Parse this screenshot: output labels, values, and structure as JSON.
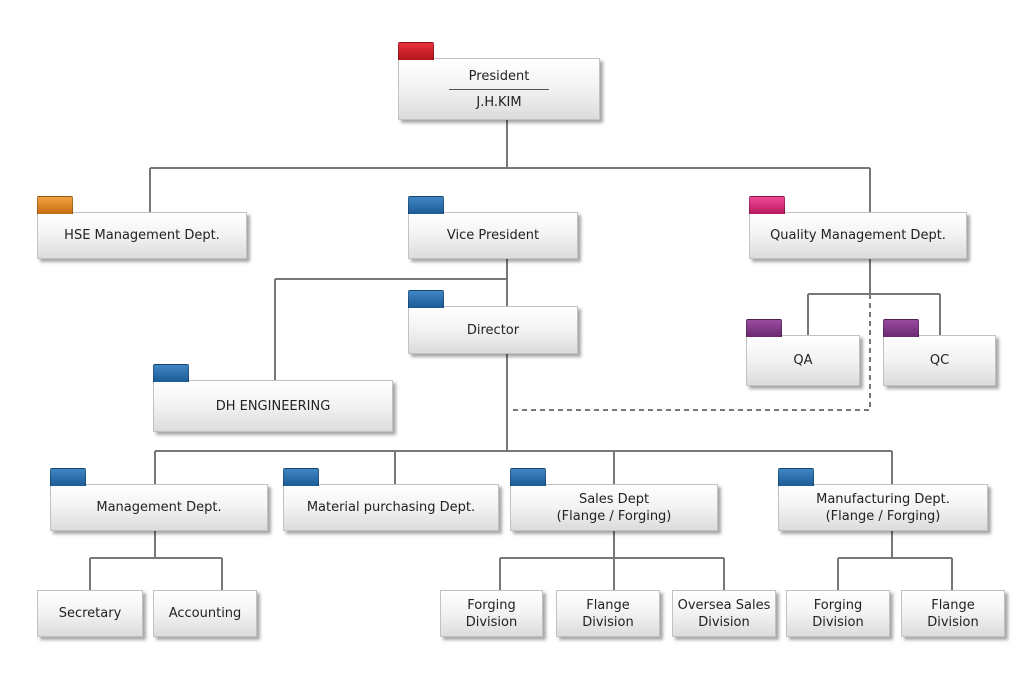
{
  "colors": {
    "tab_red": "#c41e25",
    "tab_orange": "#dc8423",
    "tab_blue": "#2a6fad",
    "tab_pink": "#d62f7d",
    "tab_purple": "#7e3a85",
    "connector": "#777777"
  },
  "president": {
    "title": "President",
    "name": "J.H.KIM"
  },
  "hse": "HSE Management Dept.",
  "vice_president": "Vice President",
  "quality": "Quality Management Dept.",
  "qa": "QA",
  "qc": "QC",
  "director": "Director",
  "dh_engineering": "DH ENGINEERING",
  "management": "Management Dept.",
  "material_purchasing": "Material purchasing Dept.",
  "sales": {
    "line1": "Sales Dept",
    "line2": "(Flange / Forging)"
  },
  "manufacturing": {
    "line1": "Manufacturing Dept.",
    "line2": "(Flange / Forging)"
  },
  "secretary": "Secretary",
  "accounting": "Accounting",
  "sales_forging": {
    "line1": "Forging",
    "line2": "Division"
  },
  "sales_flange": {
    "line1": "Flange",
    "line2": "Division"
  },
  "oversea_sales": {
    "line1": "Oversea Sales",
    "line2": "Division"
  },
  "mfg_forging": {
    "line1": "Forging",
    "line2": "Division"
  },
  "mfg_flange": {
    "line1": "Flange",
    "line2": "Division"
  }
}
